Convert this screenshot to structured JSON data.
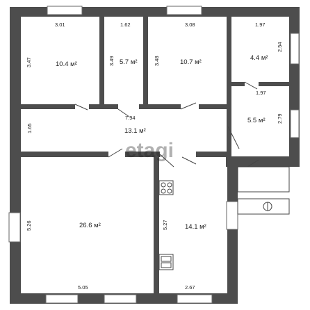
{
  "colors": {
    "wall": "#4d4d4d",
    "floor": "#ffffff",
    "window_frame": "#666666",
    "door_line": "#444444",
    "text": "#222222",
    "watermark": "#cccccc"
  },
  "watermark": "etagi",
  "rooms": [
    {
      "id": "room-top-left",
      "area": "10.4 м²",
      "width_dim": "3.01",
      "height_dim": "3.47"
    },
    {
      "id": "room-top-mid-small",
      "area": "5.7 м²",
      "width_dim": "1.62",
      "height_dim": "3.49"
    },
    {
      "id": "room-top-mid",
      "area": "10.7 м²",
      "width_dim": "3.08",
      "height_dim": "3.48"
    },
    {
      "id": "room-top-right",
      "area": "4.4 м²",
      "width_dim": "1.97",
      "height_dim": "2.54"
    },
    {
      "id": "room-vestibule",
      "area": "5.5 м²",
      "width_dim": "1.97",
      "height_dim": "2.79"
    },
    {
      "id": "room-corridor",
      "area": "13.1 м²",
      "width_dim": "7.94",
      "height_dim": "1.65"
    },
    {
      "id": "room-living",
      "area": "26.6 м²",
      "width_dim": "5.05",
      "height_dim": "5.26"
    },
    {
      "id": "room-kitchen",
      "area": "14.1 м²",
      "width_dim": "2.67",
      "height_dim": "5.27"
    }
  ],
  "fixtures": {
    "stove": "stove-icon",
    "sink": "sink-icon",
    "boiler": "boiler-icon"
  }
}
